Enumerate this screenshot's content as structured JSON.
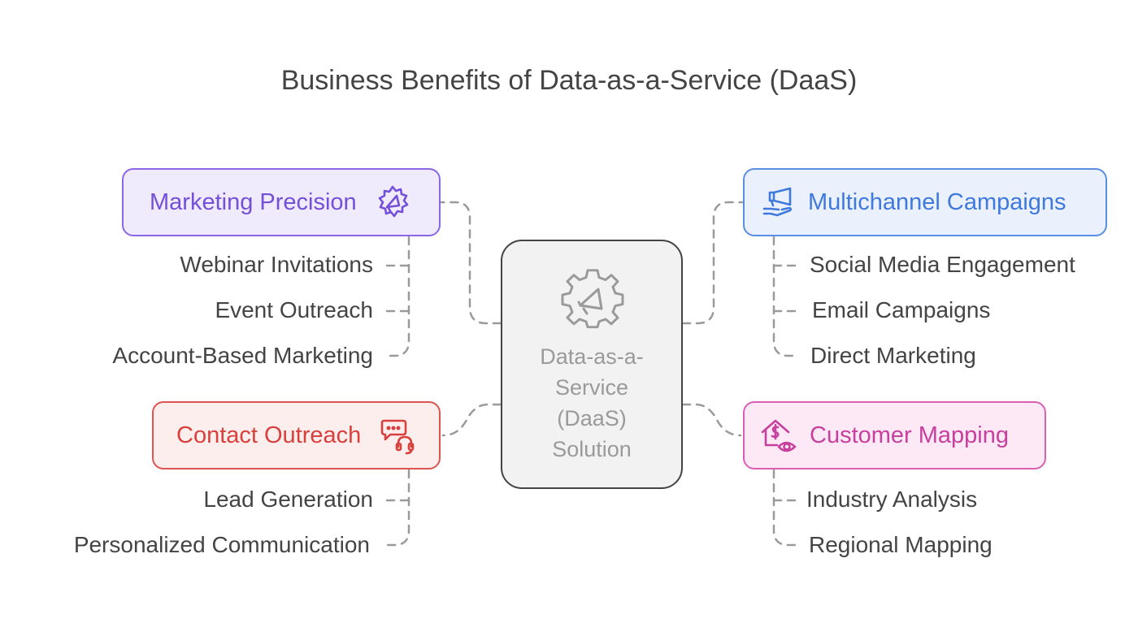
{
  "title": "Business Benefits of Data-as-a-Service (DaaS)",
  "center": {
    "lines": [
      "Data-as-a-",
      "Service",
      "(DaaS)",
      "Solution"
    ],
    "icon": "megaphone-gear-icon"
  },
  "categories": {
    "marketing_precision": {
      "label": "Marketing Precision",
      "icon": "megaphone-badge-icon",
      "color": "#7450d9",
      "items": [
        "Webinar Invitations",
        "Event Outreach",
        "Account-Based Marketing"
      ]
    },
    "multichannel_campaigns": {
      "label": "Multichannel Campaigns",
      "icon": "megaphone-hand-icon",
      "color": "#3f79dc",
      "items": [
        "Social Media Engagement",
        "Email Campaigns",
        "Direct Marketing"
      ]
    },
    "contact_outreach": {
      "label": "Contact Outreach",
      "icon": "chat-headset-icon",
      "color": "#d8403d",
      "items": [
        "Lead Generation",
        "Personalized Communication"
      ]
    },
    "customer_mapping": {
      "label": "Customer Mapping",
      "icon": "house-dollar-eye-icon",
      "color": "#c8409e",
      "items": [
        "Industry Analysis",
        "Regional Mapping"
      ]
    }
  }
}
